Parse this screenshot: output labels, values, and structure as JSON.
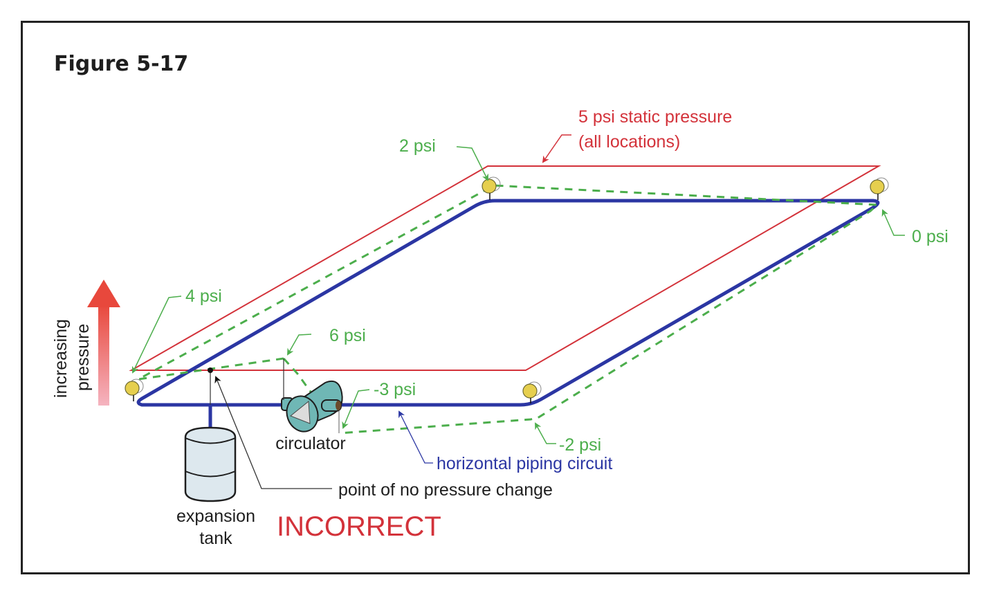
{
  "figure": {
    "title": "Figure 5-17",
    "status_label": "INCORRECT"
  },
  "labels": {
    "static_pressure_line1": "5 psi static pressure",
    "static_pressure_line2": "(all locations)",
    "gauge_back_left": "2 psi",
    "gauge_back_right": "0 psi",
    "gauge_front_left": "4 psi",
    "circulator_discharge": "6 psi",
    "circulator_inlet": "-3 psi",
    "gauge_front_right": "-2 psi",
    "piping_circuit": "horizontal piping circuit",
    "no_pressure_change": "point of no pressure change",
    "circulator": "circulator",
    "expansion_tank_line1": "expansion",
    "expansion_tank_line2": "tank",
    "increasing_pressure_line1": "increasing",
    "increasing_pressure_line2": "pressure"
  },
  "colors": {
    "piping": "#2b36a3",
    "static_pressure": "#d3323a",
    "dynamic_pressure": "#4cae4c",
    "gauge": "#e6cf4e",
    "circulator": "#6fb7b5",
    "tank": "#dde8ee"
  }
}
